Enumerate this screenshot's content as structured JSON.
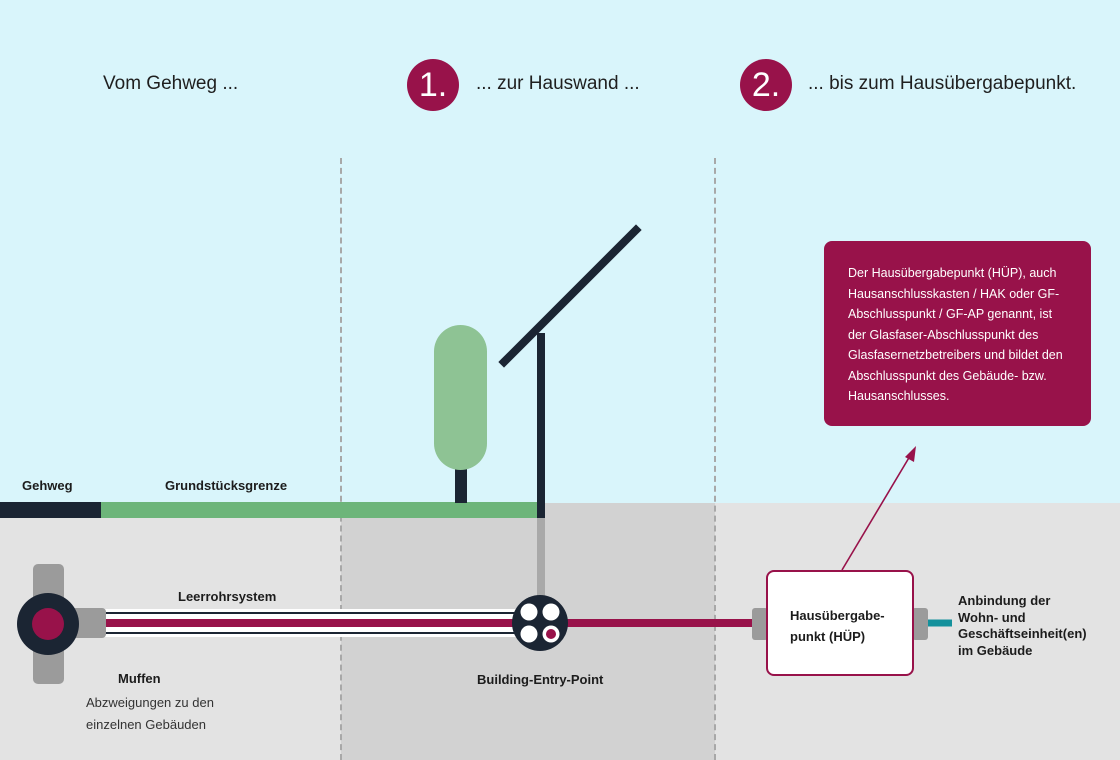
{
  "headings": {
    "sidewalk": "Vom Gehweg ...",
    "wall": "... zur Hauswand ...",
    "transfer": "... bis zum Hausübergabepunkt."
  },
  "steps": [
    "1.",
    "2."
  ],
  "labels": {
    "gehweg": "Gehweg",
    "grundstuecksgrenze": "Grundstücksgrenze",
    "leerrohrsystem": "Leerrohrsystem",
    "muffen": "Muffen",
    "muffen_desc": [
      "Abzweigungen zu den",
      "einzelnen Gebäuden"
    ],
    "bep": "Building-Entry-Point",
    "anbindung": [
      "Anbindung der",
      "Wohn- und",
      "Geschäftseinheit(en)",
      "im Gebäude"
    ]
  },
  "hup_box": [
    "Hausübergabe-",
    "punkt (HÜP)"
  ],
  "info_box": [
    "Der Hausübergabepunkt (HÜP), auch",
    "Hausanschlusskasten / HAK oder GF-",
    "Abschlusspunkt / GF-AP genannt, ist",
    "der Glasfaser-Abschlusspunkt des",
    "Glasfasernetzbetreibers und bildet den",
    "Abschlusspunkt des Gebäude- bzw.",
    "Hausanschlusses."
  ],
  "colors": {
    "sky": "#d9f5fb",
    "ground": "#e3e3e3",
    "brand": "#98124a",
    "dark": "#1b2533",
    "green": "#6db57a",
    "tree": "#8ec394",
    "teal": "#14919c"
  }
}
